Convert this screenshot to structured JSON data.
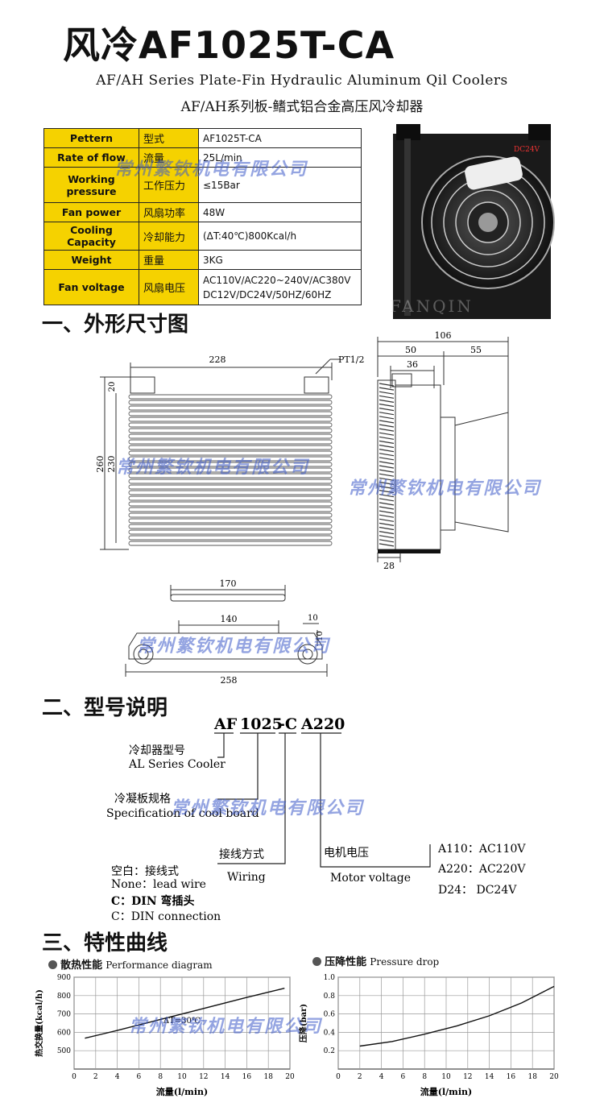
{
  "title": "风冷AF1025T-CA",
  "subtitle_en": "AF/AH Series Plate-Fin Hydraulic Aluminum Qil Coolers",
  "subtitle_cn": "AF/AH系列板-鳍式铝合金高压风冷却器",
  "spec_rows": [
    {
      "en": "Pettern",
      "cn": "型式",
      "val": "AF1025T-CA",
      "val2": ""
    },
    {
      "en": "Rate of flow",
      "cn": "流量",
      "val": "25L/min",
      "val2": ""
    },
    {
      "en": "Working pressure",
      "cn": "工作压力",
      "val": "≤15Bar",
      "val2": ""
    },
    {
      "en": "Fan power",
      "cn": "风扇功率",
      "val": "48W",
      "val2": ""
    },
    {
      "en": "Cooling Capacity",
      "cn": "冷却能力",
      "val": "(ΔT:40℃)800Kcal/h",
      "val2": ""
    },
    {
      "en": "Weight",
      "cn": "重量",
      "val": "3KG",
      "val2": ""
    },
    {
      "en": "Fan voltage",
      "cn": "风扇电压",
      "val": "AC110V/AC220~240V/AC380V",
      "val2": "DC12V/DC24V/50HZ/60HZ"
    }
  ],
  "watermark": "常州繁钦机电有限公司",
  "photo_label": "DC24V",
  "photo_brand": "FANQIN",
  "sections": {
    "s1": "一、外形尺寸图",
    "s2": "二、型号说明",
    "s3": "三、特性曲线"
  },
  "dims": {
    "front_width": "228",
    "port": "PT1/2",
    "top": "20",
    "height_outer": "260",
    "height_inner": "230",
    "side_total": "106",
    "side_a": "50",
    "side_b": "55",
    "side_c": "36",
    "side_d": "28",
    "bottom_top": "170",
    "bottom_mid": "140",
    "bottom_total": "258",
    "bottom_small": "10",
    "bottom_side": "10"
  },
  "model": {
    "code_af": "AF",
    "code_1025": "1025",
    "code_c": "-C",
    "code_a220": "A220",
    "cooler_cn": "冷却器型号",
    "cooler_en": "AL Series Cooler",
    "board_cn": "冷凝板规格",
    "board_en": "Specification of cool board",
    "wiring_cn": "接线方式",
    "wiring_en": "Wiring",
    "motor_cn": "电机电压",
    "motor_en": "Motor voltage",
    "blank": "空白：接线式",
    "none_en": "None：lead wire",
    "c_din": "C：DIN 弯插头",
    "c_din_en": "C：DIN connection",
    "v1": "A110：AC110V",
    "v2": "A220：AC220V",
    "v3": "D24：  DC24V"
  },
  "chart_data": [
    {
      "type": "line",
      "title": "散热性能 Performance diagram",
      "title_cn": "散热性能",
      "title_en": "Performance diagram",
      "xlabel": "流量(l/min)",
      "ylabel": "热交换量(kcal/h)",
      "annotation": "ΔT=30℃",
      "x_ticks": [
        "0",
        "2",
        "4",
        "6",
        "8",
        "10",
        "12",
        "14",
        "16",
        "18",
        "20"
      ],
      "y_ticks": [
        "500",
        "600",
        "700",
        "800",
        "900"
      ],
      "xlim": [
        0,
        20
      ],
      "ylim": [
        400,
        900
      ],
      "x": [
        1,
        4,
        8,
        12,
        16,
        19.5
      ],
      "values": [
        568,
        610,
        670,
        730,
        790,
        840
      ],
      "grid": true
    },
    {
      "type": "line",
      "title": "压降性能 Pressure drop",
      "title_cn": "压降性能",
      "title_en": "Pressure drop",
      "xlabel": "流量(l/min)",
      "ylabel": "压降(bar)",
      "x_ticks": [
        "0",
        "2",
        "4",
        "6",
        "8",
        "10",
        "12",
        "14",
        "16",
        "18",
        "20"
      ],
      "y_ticks": [
        "0.2",
        "0.4",
        "0.6",
        "0.8",
        "1.0"
      ],
      "xlim": [
        0,
        20
      ],
      "ylim": [
        0,
        1.0
      ],
      "x": [
        2,
        5,
        8,
        11,
        14,
        17,
        20
      ],
      "values": [
        0.25,
        0.3,
        0.38,
        0.47,
        0.58,
        0.72,
        0.9
      ],
      "grid": true
    }
  ]
}
